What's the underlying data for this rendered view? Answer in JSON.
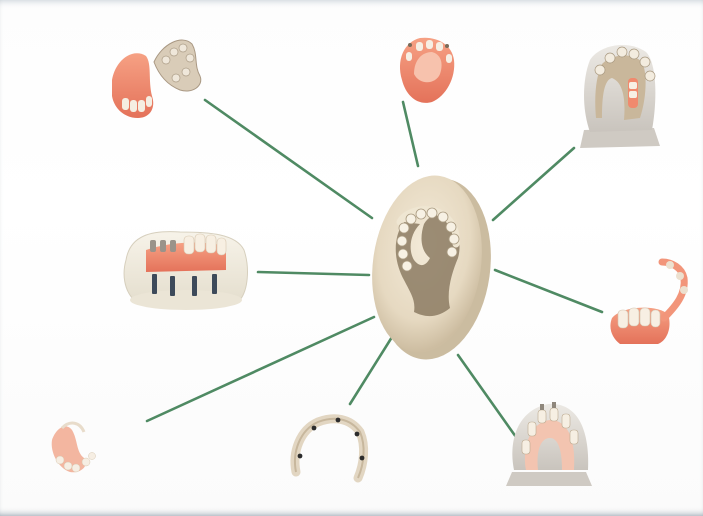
{
  "diagram": {
    "hub": {
      "name": "zirconia-disc",
      "icon": "milled-disc-icon"
    },
    "spokes": [
      {
        "name": "partial-denture-framework",
        "icon": "partial-denture-icon"
      },
      {
        "name": "upper-denture",
        "icon": "upper-denture-icon"
      },
      {
        "name": "palatal-framework",
        "icon": "palatal-framework-icon"
      },
      {
        "name": "implant-bridge",
        "icon": "implant-bridge-icon"
      },
      {
        "name": "flexible-partial",
        "icon": "flexible-partial-icon"
      },
      {
        "name": "small-partial",
        "icon": "small-partial-icon"
      },
      {
        "name": "full-arch-framework",
        "icon": "full-arch-icon"
      },
      {
        "name": "lower-arch-model",
        "icon": "lower-arch-model-icon"
      }
    ],
    "colors": {
      "connector": "#4f8a63",
      "gingiva": "#f08a6e",
      "tooth": "#f3ece0",
      "metal": "#b9aea3",
      "disc": "#eadfcb",
      "stone": "#dcd8d2"
    }
  }
}
